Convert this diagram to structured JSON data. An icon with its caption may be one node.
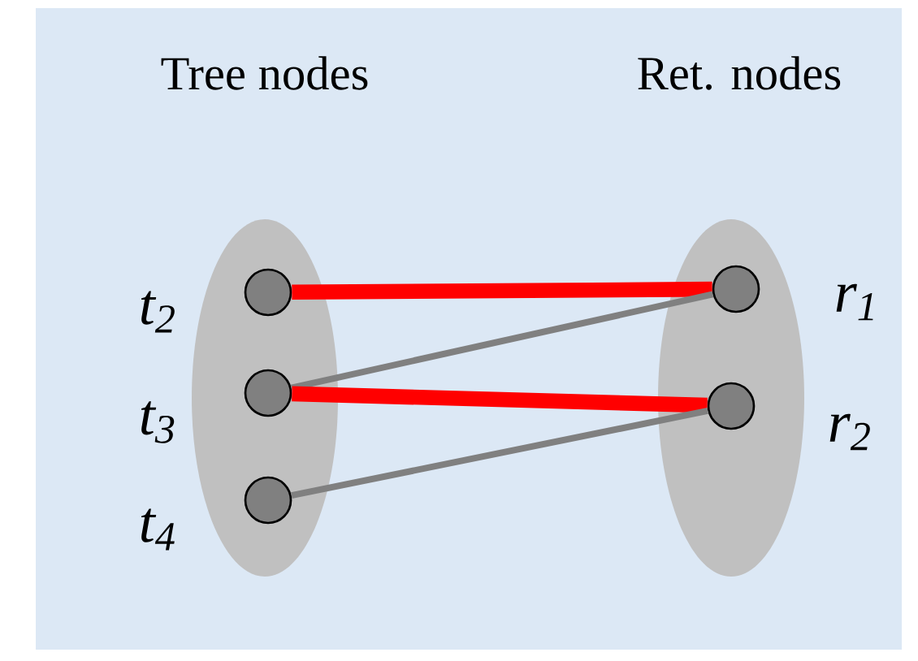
{
  "diagram": {
    "nodes": [
      {
        "text": [
          "Tree nodes"
        ]
      },
      {
        "text": [
          "Ret. nodes"
        ]
      },
      {
        "text": [],
        "shape": "circle",
        "in": 0,
        "beside": [
          "t$_{2}$"
        ]
      },
      {
        "text": [],
        "shape": "circle",
        "in": 0,
        "beside": [
          "t$_{3}$"
        ]
      },
      {
        "text": [],
        "shape": "circle",
        "in": 0,
        "beside": [
          "t$_{4}$"
        ]
      },
      {
        "text": [],
        "shape": "circle",
        "in": 1,
        "beside": [
          "r$_{1}$"
        ]
      },
      {
        "text": [],
        "shape": "circle",
        "in": 1,
        "beside": [
          "r$_{2}$"
        ]
      }
    ],
    "edges": [
      {
        "from": 2,
        "to": 5,
        "arrow": "none",
        "style": "thick",
        "color": "#ff0000"
      },
      {
        "from": 3,
        "to": 5,
        "arrow": "none",
        "color": "#808080"
      },
      {
        "from": 3,
        "to": 6,
        "arrow": "none",
        "style": "thick",
        "color": "#ff0000"
      },
      {
        "from": 4,
        "to": 6,
        "arrow": "none",
        "color": "#808080"
      }
    ]
  }
}
